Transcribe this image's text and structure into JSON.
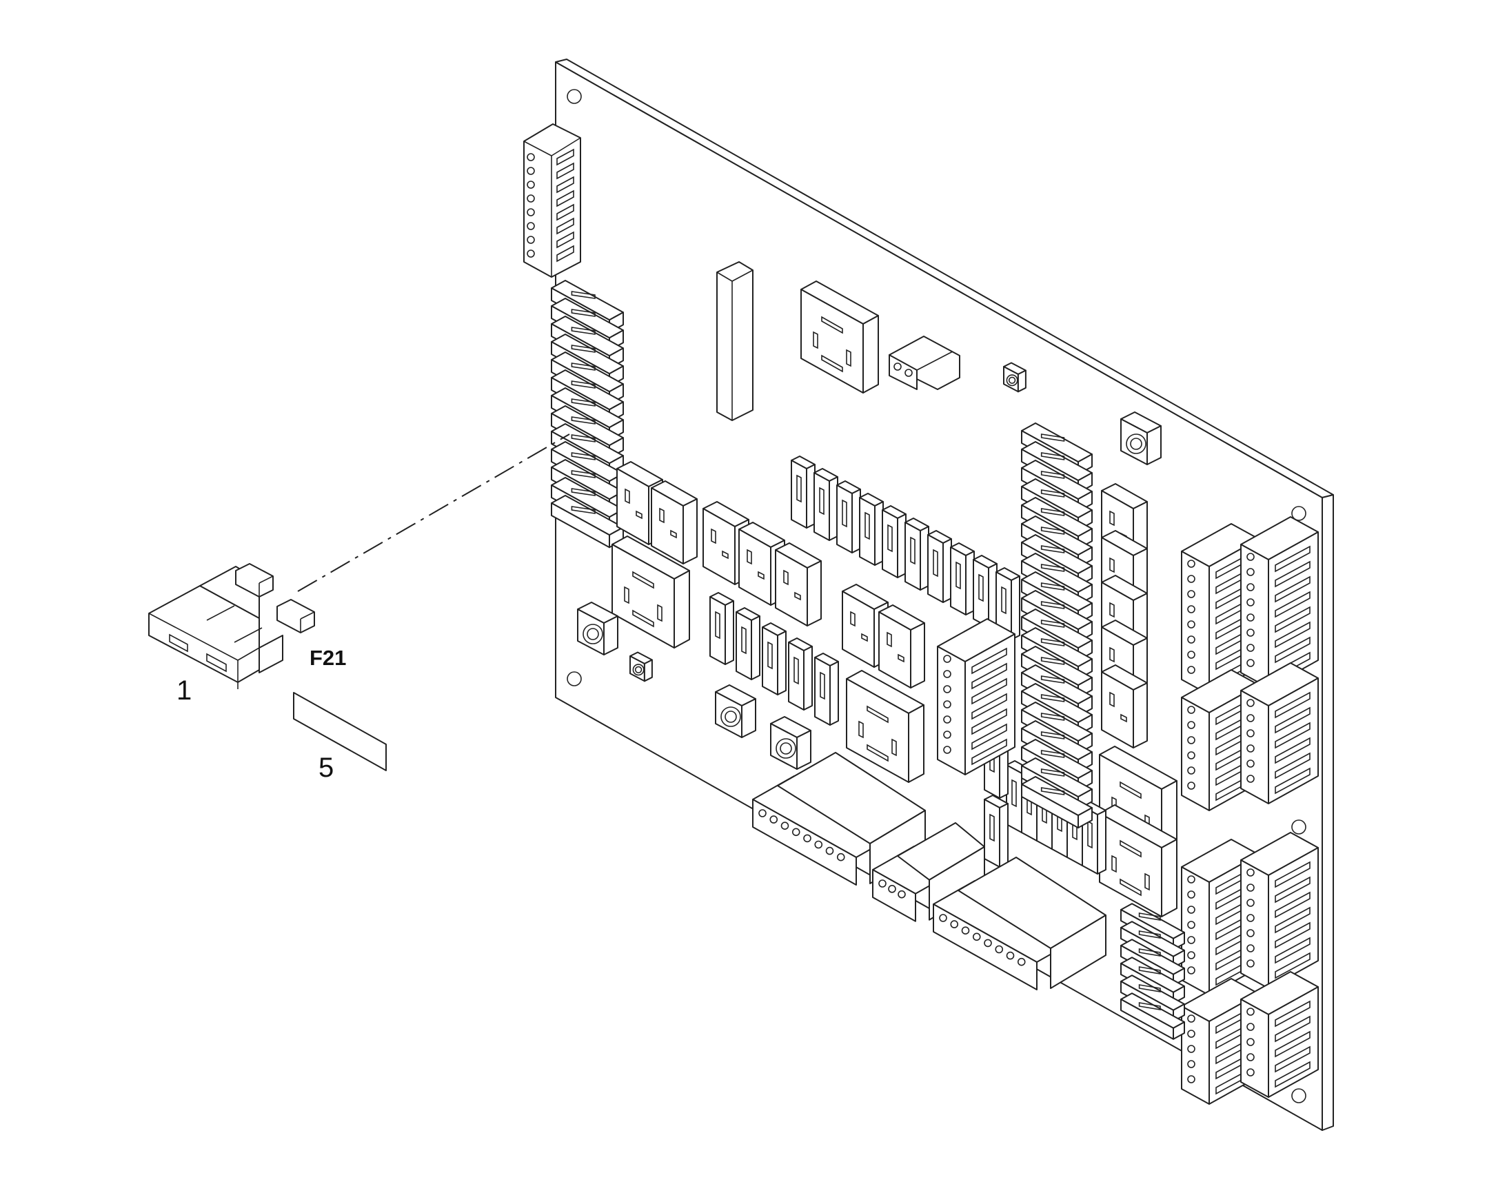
{
  "diagram": {
    "kind": "exploded-parts-view",
    "callouts": {
      "item_1": "1",
      "item_5": "5",
      "fuse_ref": "F21"
    },
    "parts": [
      {
        "id": "1",
        "name": "fuse-icon"
      },
      {
        "id": "5",
        "name": "label-icon"
      },
      {
        "id": "board",
        "name": "circuit-board-icon"
      }
    ],
    "colors": {
      "line": "#222222",
      "background": "#ffffff"
    }
  }
}
